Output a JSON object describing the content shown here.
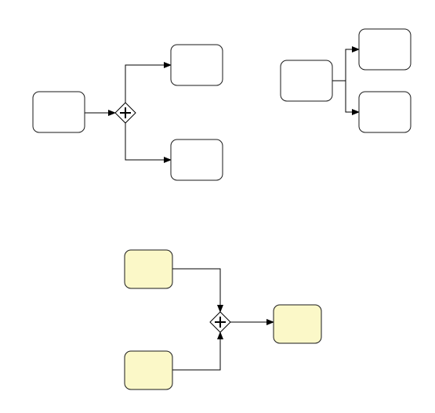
{
  "diagram": {
    "notation": "BPMN",
    "background": "#ffffff",
    "colors": {
      "task_fill_plain": "#ffffff",
      "task_fill_highlight": "#fbf8c8",
      "task_stroke": "#1a1a1a",
      "flow_stroke": "#000000",
      "gateway_fill": "#ffffff"
    },
    "groups": [
      {
        "id": "parallel-split-with-gateway",
        "nodes": [
          {
            "id": "source-task",
            "kind": "task",
            "fill": "plain",
            "label": ""
          },
          {
            "id": "parallel-gateway-split",
            "kind": "parallel-gateway",
            "icon": "plus-icon"
          },
          {
            "id": "target-task-top",
            "kind": "task",
            "fill": "plain",
            "label": ""
          },
          {
            "id": "target-task-bottom",
            "kind": "task",
            "fill": "plain",
            "label": ""
          }
        ],
        "edges": [
          {
            "from": "source-task",
            "to": "parallel-gateway-split"
          },
          {
            "from": "parallel-gateway-split",
            "to": "target-task-top"
          },
          {
            "from": "parallel-gateway-split",
            "to": "target-task-bottom"
          }
        ]
      },
      {
        "id": "implicit-fork",
        "nodes": [
          {
            "id": "fork-source-task",
            "kind": "task",
            "fill": "plain",
            "label": ""
          },
          {
            "id": "fork-target-task-top",
            "kind": "task",
            "fill": "plain",
            "label": ""
          },
          {
            "id": "fork-target-task-bottom",
            "kind": "task",
            "fill": "plain",
            "label": ""
          }
        ],
        "edges": [
          {
            "from": "fork-source-task",
            "to": "fork-target-task-top"
          },
          {
            "from": "fork-source-task",
            "to": "fork-target-task-bottom"
          }
        ]
      },
      {
        "id": "parallel-join",
        "nodes": [
          {
            "id": "join-source-task-top",
            "kind": "task",
            "fill": "highlight",
            "label": ""
          },
          {
            "id": "join-source-task-bottom",
            "kind": "task",
            "fill": "highlight",
            "label": ""
          },
          {
            "id": "parallel-gateway-join",
            "kind": "parallel-gateway",
            "icon": "plus-icon"
          },
          {
            "id": "join-target-task",
            "kind": "task",
            "fill": "highlight",
            "label": ""
          }
        ],
        "edges": [
          {
            "from": "join-source-task-top",
            "to": "parallel-gateway-join"
          },
          {
            "from": "join-source-task-bottom",
            "to": "parallel-gateway-join"
          },
          {
            "from": "parallel-gateway-join",
            "to": "join-target-task"
          }
        ]
      }
    ]
  }
}
